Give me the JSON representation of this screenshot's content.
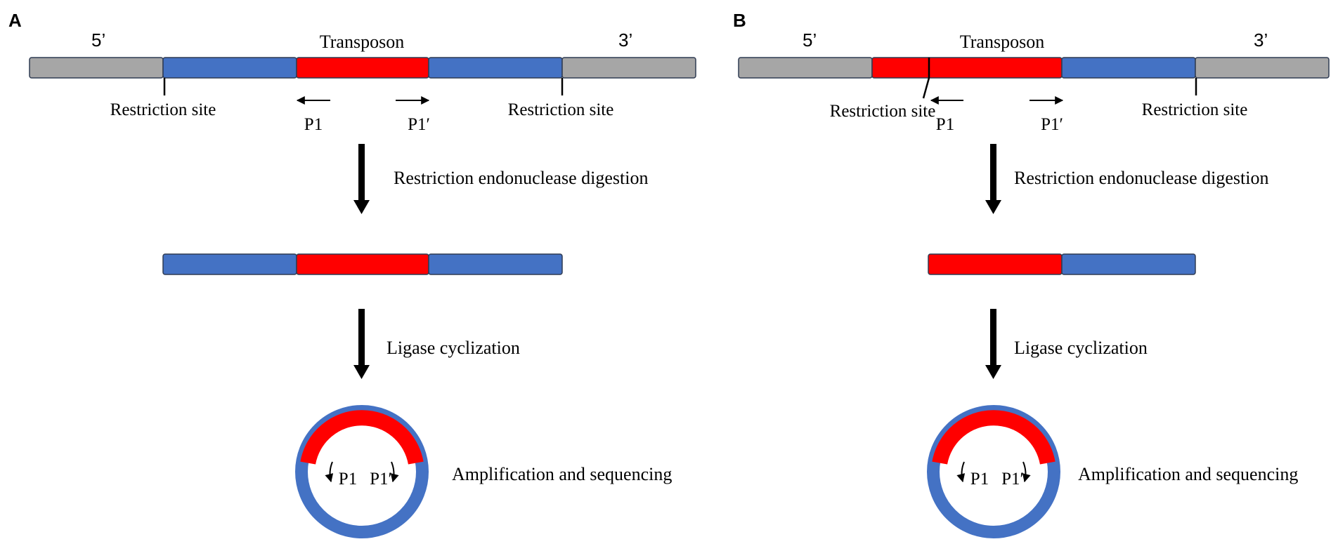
{
  "colors": {
    "flank_gray": "#a6a6a6",
    "genomic_blue": "#4472c4",
    "transposon_red": "#ff0000",
    "outline": "#2f3b52",
    "text": "#000000"
  },
  "panels": [
    {
      "letter": "A",
      "end_5": "5’",
      "end_3": "3’",
      "transposon_label": "Transposon",
      "restriction_left": "Restriction site",
      "restriction_right": "Restriction site",
      "primer_left": "P1",
      "primer_right": "P1′",
      "step1": "Restriction endonuclease digestion",
      "step2": "Ligase cyclization",
      "step3": "Amplification and sequencing",
      "circle_primer_left": "P1",
      "circle_primer_right": "P1′"
    },
    {
      "letter": "B",
      "end_5": "5’",
      "end_3": "3’",
      "transposon_label": "Transposon",
      "restriction_left": "Restriction site",
      "restriction_right": "Restriction site",
      "primer_left": "P1",
      "primer_right": "P1′",
      "step1": "Restriction endonuclease digestion",
      "step2": "Ligase cyclization",
      "step3": "Amplification and sequencing",
      "circle_primer_left": "P1",
      "circle_primer_right": "P1′"
    }
  ]
}
